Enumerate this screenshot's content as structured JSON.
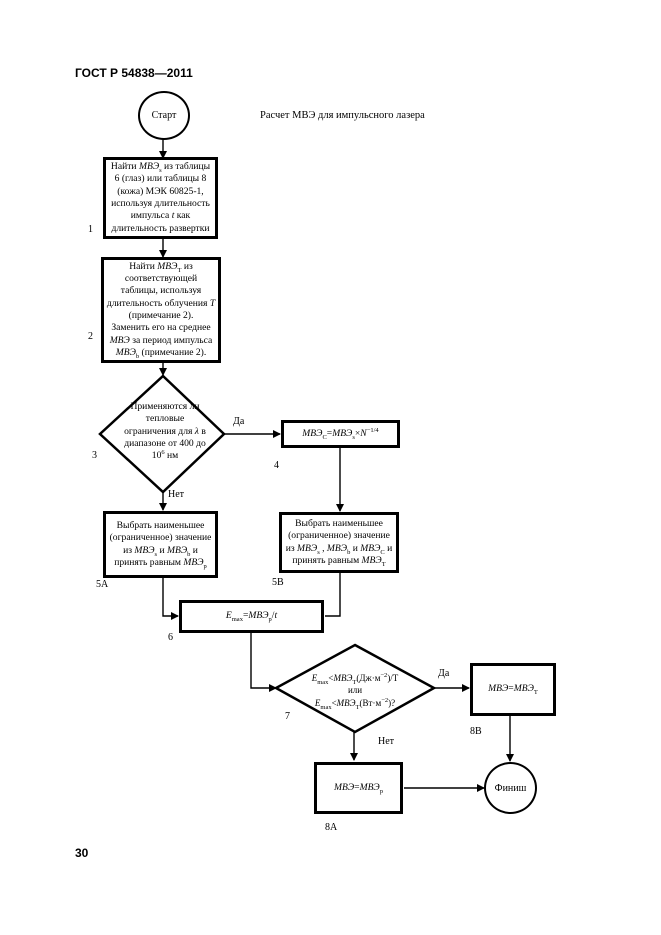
{
  "header": {
    "doc_code": "ГОСТ Р 54838—2011",
    "page_number": "30"
  },
  "chart_title": "Расчет МВЭ для импульсного лазера",
  "nodes": {
    "start": "Старт",
    "finish": "Финиш",
    "step1": {
      "num": "1",
      "text_a": "Найти ",
      "mve": "МВЭ",
      "sub_s": "s",
      "text_b": " из таблицы 6 (глаз) или таблицы 8 (кожа) МЭК 60825-1, используя длительность импульса ",
      "t": "t",
      "text_c": " как длительность развертки"
    },
    "step2": {
      "num": "2",
      "p1a": "Найти ",
      "mve": "МВЭ",
      "sub_T": "T",
      "p1b": " из соответствующей таблицы, используя длительность облучения ",
      "T": "T",
      "p1c": " (примечание 2).",
      "p2a": "Заменить его на среднее ",
      "p2b": " за период импульса ",
      "sub_b": "b",
      "p2c": " (примечание 2)."
    },
    "step3": {
      "num": "3",
      "text_a": "Применяются ли тепловые ограничения для ",
      "lambda": "λ",
      "text_b": " в диапазоне от 400 до 10",
      "sup6": "6",
      "text_c": " нм",
      "yes": "Да",
      "no": "Нет"
    },
    "step4": {
      "num": "4",
      "lhs": "МВЭ",
      "sub_C": "C",
      "eq": "=",
      "rhs": "МВЭ",
      "sub_s": "s",
      "times": "×",
      "N": "N",
      "exp": "−1/4"
    },
    "step5a": {
      "num": "5A",
      "text_a": "Выбрать наименьшее (ограниченное) значение из ",
      "mve": "МВЭ",
      "sub_s": "s",
      "and": " и ",
      "sub_b": "b",
      "text_b": " и принять равным ",
      "sub_p": "p"
    },
    "step5b": {
      "num": "5B",
      "text_a": "Выбрать наименьшее (ограниченное) значение из ",
      "mve": "МВЭ",
      "sub_s": "s",
      "sep": " , ",
      "sub_b": "b",
      "and": " и ",
      "sub_C": "C",
      "text_b": " и принять равным ",
      "sub_T": "T"
    },
    "step6": {
      "num": "6",
      "E": "E",
      "sub_max": "max",
      "eq": "=",
      "mve": "МВЭ",
      "sub_p": "p",
      "slash": "/",
      "t": "t"
    },
    "step7": {
      "num": "7",
      "E": "E",
      "sub_max": "max",
      "lt": "<",
      "mve": "МВЭ",
      "sub_T": "T",
      "unit1": "(Дж·м",
      "sup": "−2",
      "unit1_end": ")/T",
      "or": "или",
      "unit2": "(Вт·м",
      "unit2_end": ")?",
      "yes": "Да",
      "no": "Нет"
    },
    "step8a": {
      "num": "8A",
      "lhs": "МВЭ",
      "eq": "=",
      "rhs": "МВЭ",
      "sub_p": "p"
    },
    "step8b": {
      "num": "8B",
      "lhs": "МВЭ",
      "eq": "=",
      "rhs": "МВЭ",
      "sub_T": "T"
    }
  }
}
